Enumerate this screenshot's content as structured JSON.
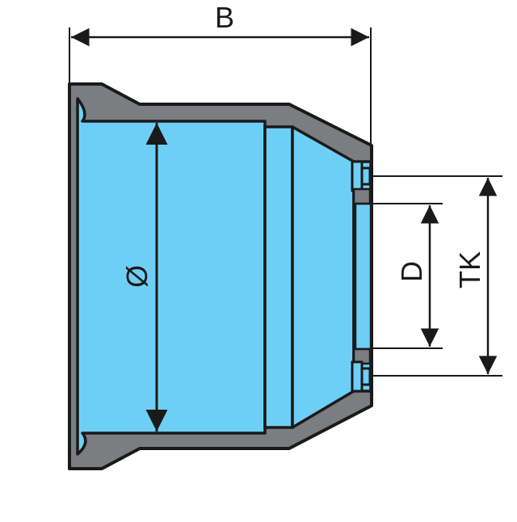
{
  "labels": {
    "width": "B",
    "diameter": "Ø",
    "inner_d": "D",
    "bolt_circle": "TK"
  },
  "colors": {
    "fill_blue": "#6ecff6",
    "wall_gray": "#7b7d80",
    "outline": "#1a1a1a",
    "background": "#ffffff"
  }
}
